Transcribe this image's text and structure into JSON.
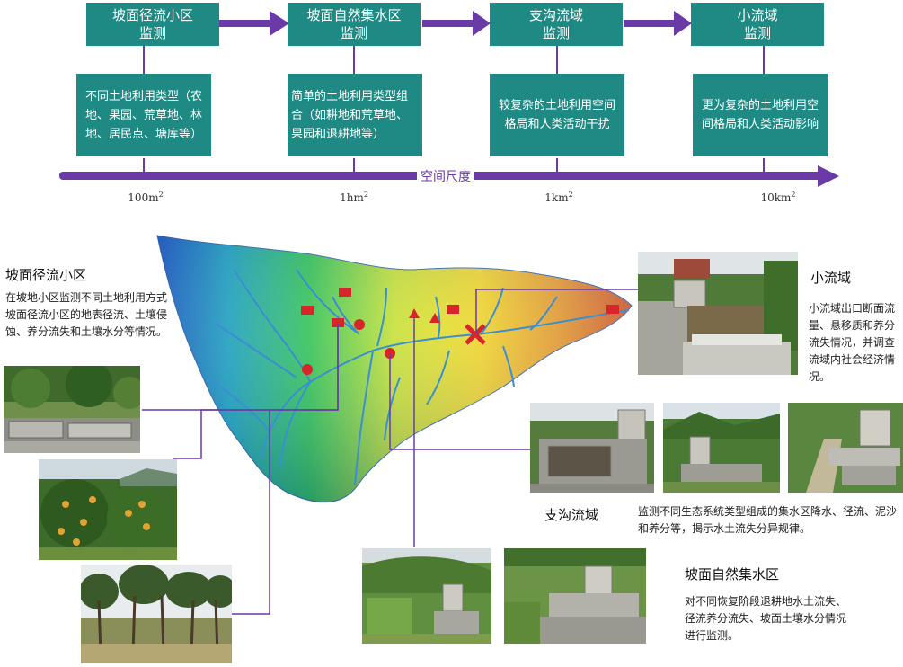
{
  "scales": [
    {
      "title1": "坡面径流小区",
      "title2": "监测",
      "desc": "不同土地利用类型（农地、果园、荒草地、林地、居民点、塘库等）",
      "unit_base": "100m",
      "unit_sup": "2"
    },
    {
      "title1": "坡面自然集水区",
      "title2": "监测",
      "desc": "简单的土地利用类型组合（如耕地和荒草地、果园和退耕地等）",
      "unit_base": "1hm",
      "unit_sup": "2"
    },
    {
      "title1": "支沟流域",
      "title2": "监测",
      "desc": "较复杂的土地利用空间格局和人类活动干扰",
      "unit_base": "1km",
      "unit_sup": "2"
    },
    {
      "title1": "小流域",
      "title2": "监测",
      "desc": "更为复杂的土地利用空间格局和人类活动影响",
      "unit_base": "10km",
      "unit_sup": "2"
    }
  ],
  "axis_label": "空间尺度",
  "sections": {
    "runoff_plot": {
      "title": "坡面径流小区",
      "text": "在坡地小区监测不同土地利用方式坡面径流小区的地表径流、土壤侵蚀、养分流失和土壤水分等情况。"
    },
    "small_watershed": {
      "title": "小流域",
      "text": "小流域出口断面流量、悬移质和养分流失情况，并调查流域内社会经济情况。"
    },
    "branch_watershed": {
      "title": "支沟流域",
      "text": "监测不同生态系统类型组成的集水区降水、径流、泥沙和养分等，揭示水土流失分异规律。"
    },
    "natural_catchment": {
      "title": "坡面自然集水区",
      "text": "对不同恢复阶段退耕地水土流失、径流养分流失、坡面土壤水分情况进行监测。"
    }
  },
  "colors": {
    "box": "#1f8a84",
    "arrow": "#6a3aa6",
    "stream": "#3a8fd0",
    "marker": "#d8252b",
    "connector": "#6a3aa6"
  }
}
